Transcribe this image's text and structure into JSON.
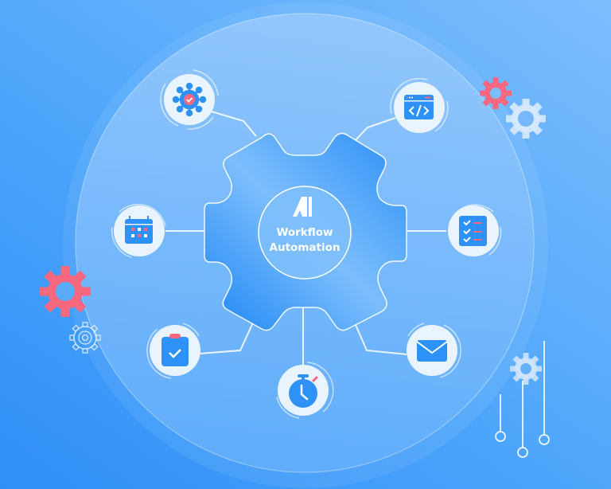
{
  "title": {
    "logo_text": "AI",
    "line1": "Workflow",
    "line2": "Automation"
  },
  "colors": {
    "background_start": "#2f8ff7",
    "background_end": "#7cbdfd",
    "gear_fill_dark": "#1e88f5",
    "gear_fill_light": "#7fc0fd",
    "icon_blue": "#2d91f7",
    "accent_pink": "#f7687f",
    "node_fill": "#eaf4fe"
  },
  "nodes": [
    {
      "id": "network",
      "icon": "network-check-icon",
      "position": "top-left"
    },
    {
      "id": "code",
      "icon": "code-window-icon",
      "position": "top-right"
    },
    {
      "id": "calendar",
      "icon": "calendar-icon",
      "position": "left"
    },
    {
      "id": "checklist",
      "icon": "checklist-icon",
      "position": "right"
    },
    {
      "id": "clipboard",
      "icon": "clipboard-check-icon",
      "position": "bottom-left"
    },
    {
      "id": "stopwatch",
      "icon": "stopwatch-icon",
      "position": "bottom"
    },
    {
      "id": "mail",
      "icon": "envelope-icon",
      "position": "bottom-right"
    }
  ],
  "decorations": [
    {
      "icon": "gear-icon",
      "color": "pink",
      "position": "top-right"
    },
    {
      "icon": "gear-icon",
      "color": "light",
      "position": "top-right"
    },
    {
      "icon": "gear-icon",
      "color": "pink",
      "position": "left"
    },
    {
      "icon": "gear-outline-icon",
      "color": "light",
      "position": "left"
    },
    {
      "icon": "gear-icon",
      "color": "light",
      "position": "bottom-right"
    },
    {
      "icon": "circuit-lines-icon",
      "color": "white",
      "position": "bottom-right"
    }
  ]
}
